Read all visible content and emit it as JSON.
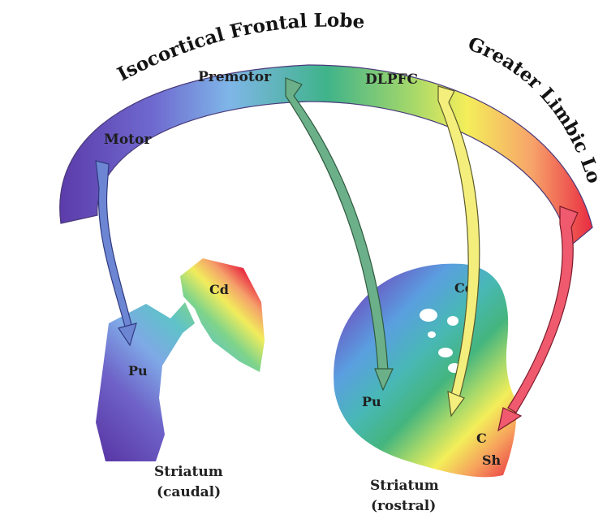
{
  "arc_titles": {
    "left": "Isocortical Frontal Lobe",
    "right": "Greater Limbic Lobe"
  },
  "arc_regions": {
    "motor": "Motor",
    "premotor": "Premotor",
    "dlpfc": "DLPFC"
  },
  "caudal": {
    "cd": "Cd",
    "pu": "Pu",
    "caption_1": "Striatum",
    "caption_2": "(caudal)"
  },
  "rostral": {
    "cd": "Cd",
    "pu": "Pu",
    "c": "C",
    "sh": "Sh",
    "caption_1": "Striatum",
    "caption_2": "(rostral)"
  },
  "colors": {
    "violet": "#6a4fb8",
    "blue": "#5f8fdc",
    "teal": "#3fb0b0",
    "green": "#46b584",
    "yellow": "#f2ef5c",
    "orange": "#f4a04a",
    "red": "#e8233f"
  }
}
